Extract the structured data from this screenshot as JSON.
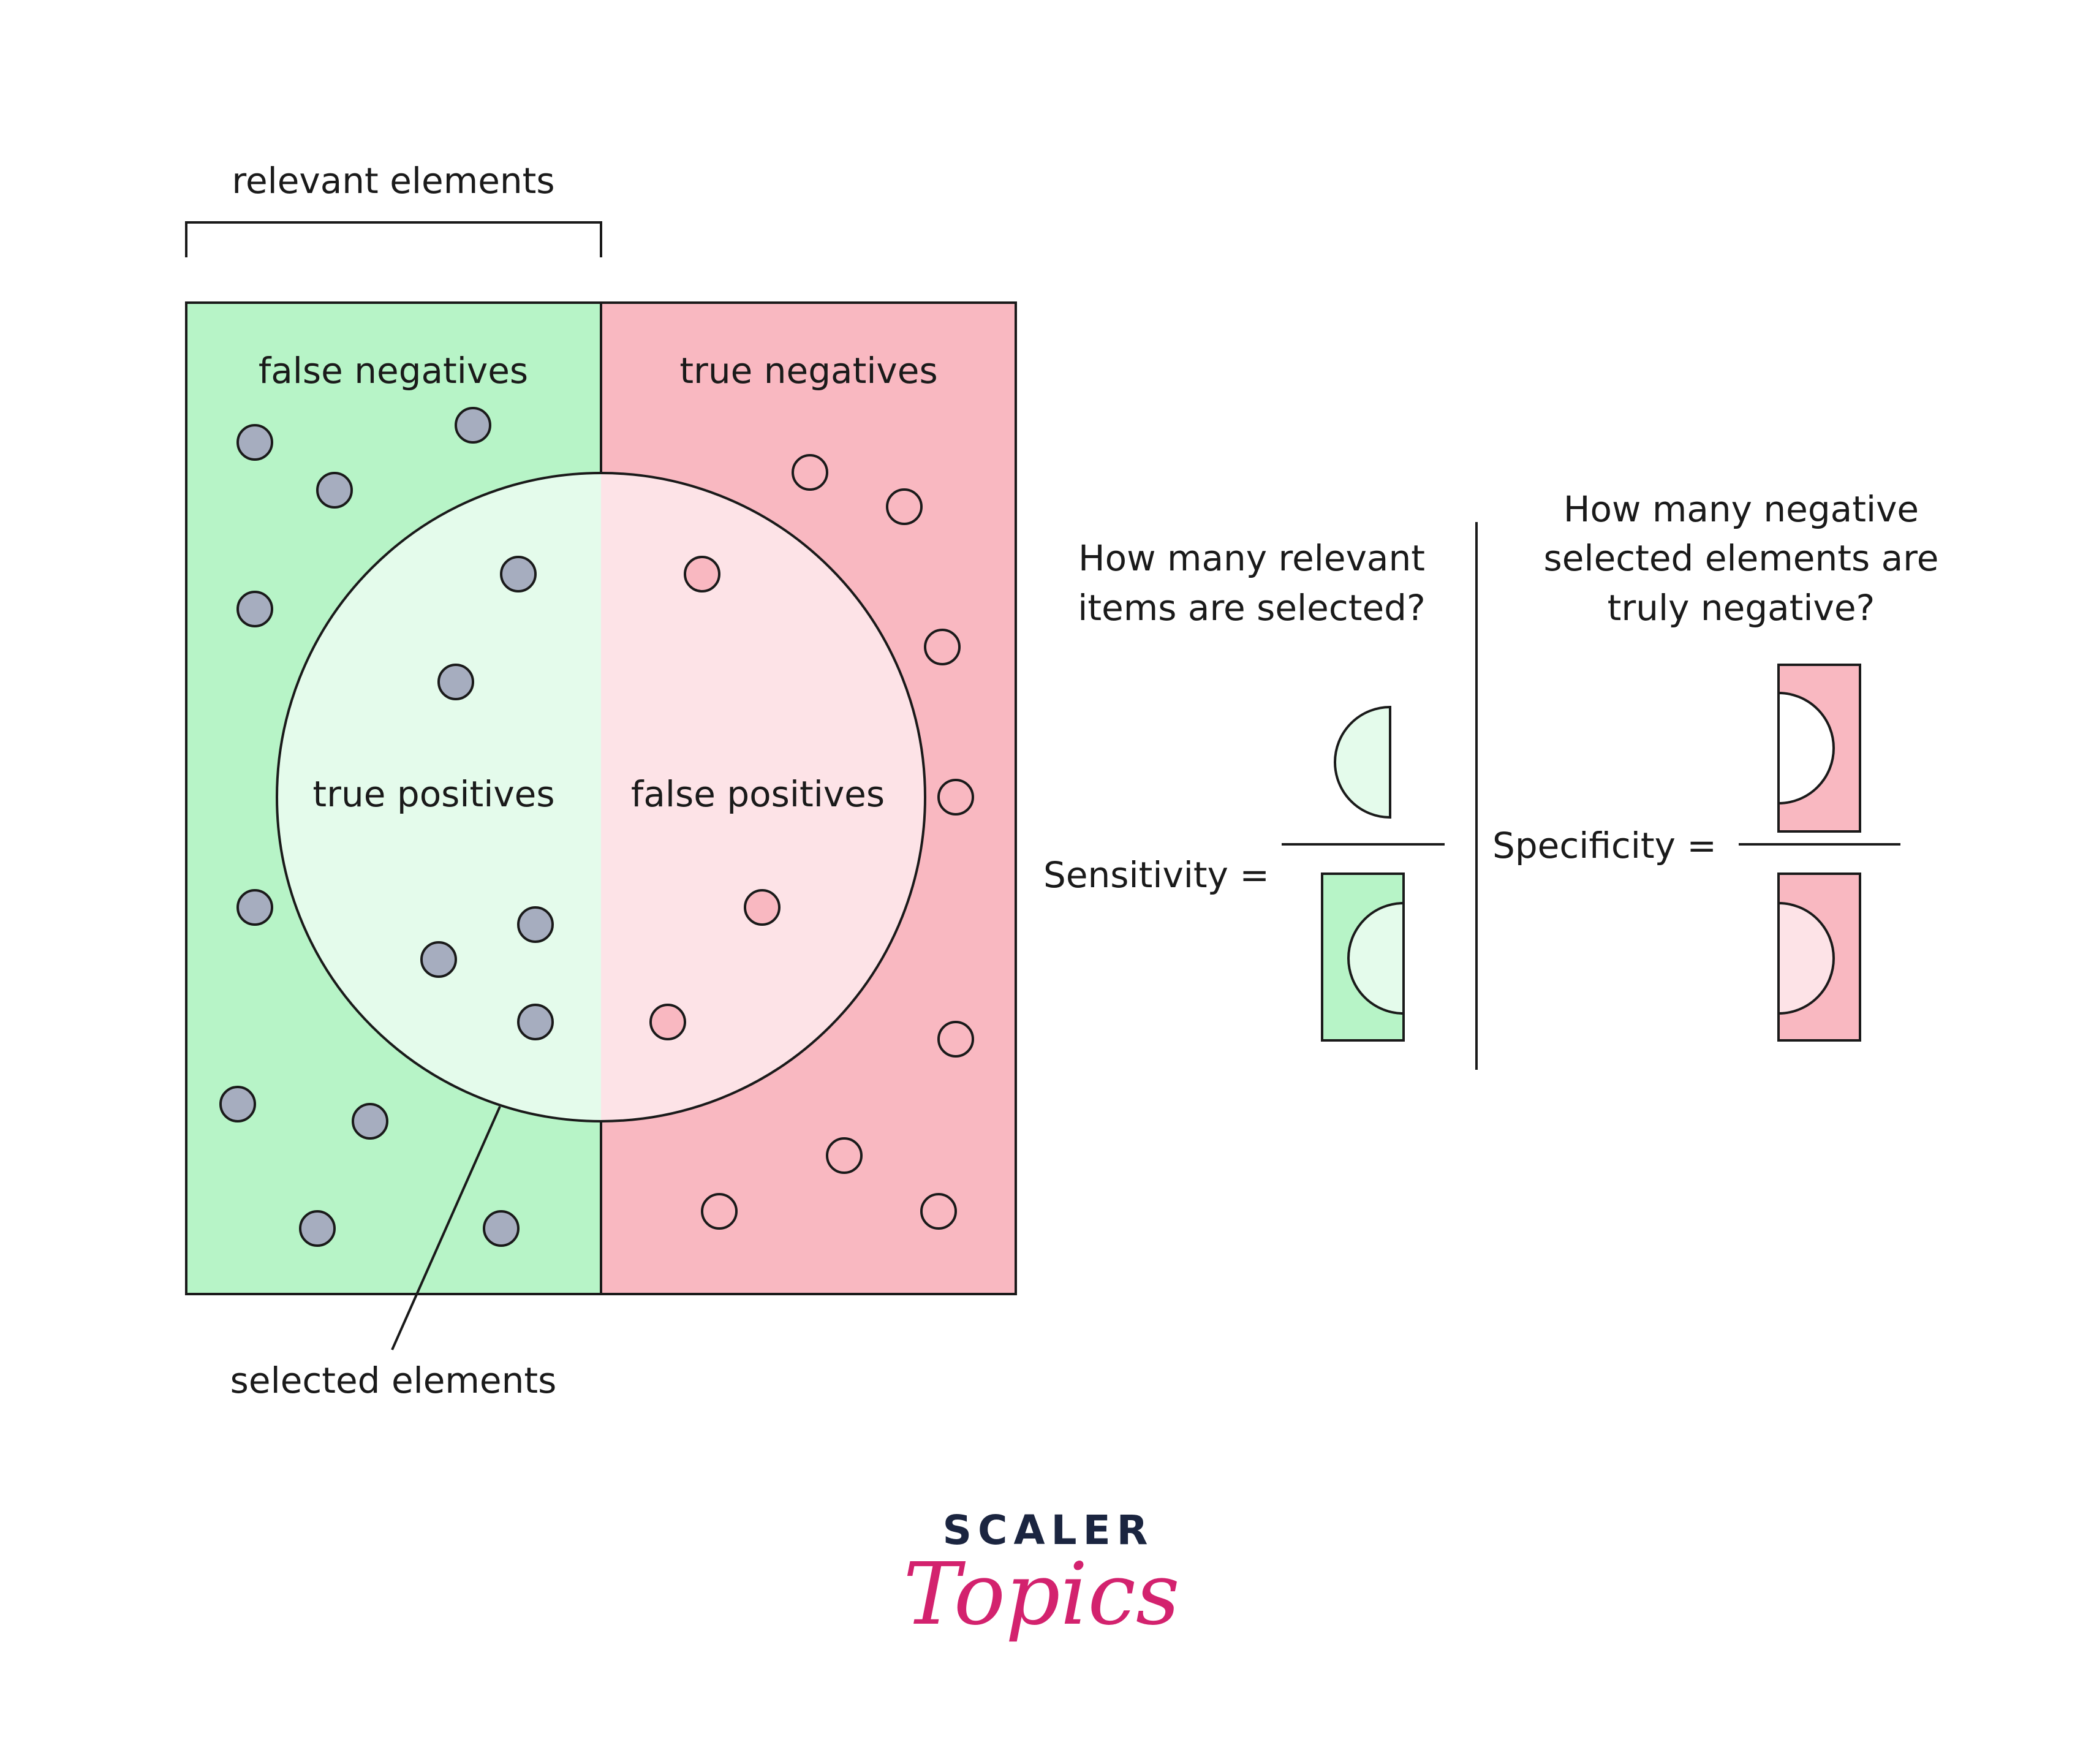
{
  "labels": {
    "relevant_elements": "relevant elements",
    "false_negatives": "false negatives",
    "true_negatives": "true negatives",
    "true_positives": "true positives",
    "false_positives": "false positives",
    "selected_elements": "selected elements"
  },
  "sensitivity": {
    "question_line1": "How many relevant",
    "question_line2": "items are selected?",
    "label": "Sensitivity ="
  },
  "specificity": {
    "question_line1": "How many negative",
    "question_line2": "selected elements are",
    "question_line3": "truly negative?",
    "label": "Specificity ="
  },
  "logo": {
    "word1": "SCALER",
    "word2": "Topics",
    "word1_color": "#1b2540",
    "word2_color": "#d3226e"
  },
  "colors": {
    "relevant_region": "#b7f4c7",
    "negative_region": "#f9b8c1",
    "true_positive_fill": "#e4fbeb",
    "false_positive_fill": "#fde3e7",
    "relevant_dot": "#a6adbf",
    "negative_dot": "#f9b8c1",
    "outline": "#1a1a1a"
  }
}
